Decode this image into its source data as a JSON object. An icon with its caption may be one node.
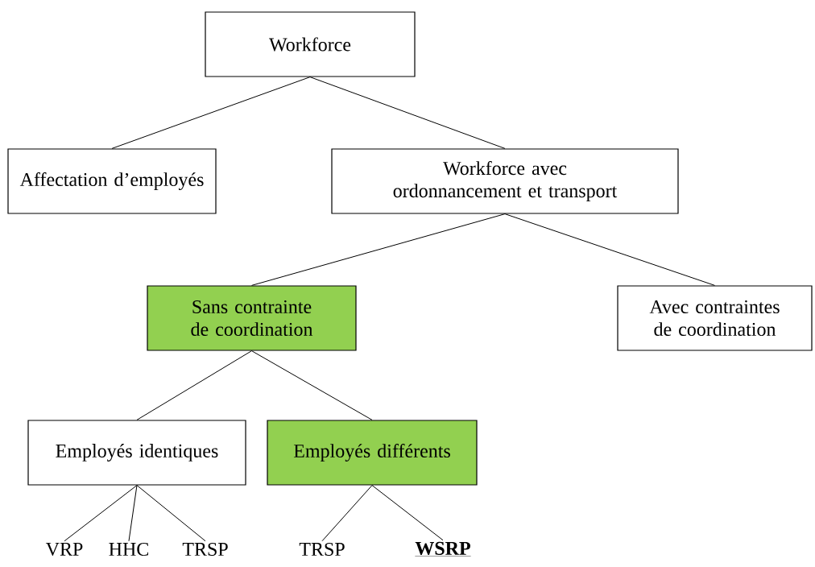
{
  "diagram": {
    "nodes": [
      {
        "text": [
          "Workforce"
        ]
      },
      {
        "text": [
          "Affectation d’employés"
        ]
      },
      {
        "text": [
          "Workforce avec ordonnancement et transport"
        ]
      },
      {
        "text": [
          "Sans contrainte de coordination"
        ]
      },
      {
        "text": [
          "Avec contraintes de coordination"
        ]
      },
      {
        "text": [
          "Employés identiques"
        ]
      },
      {
        "text": [
          "Employés différents"
        ]
      },
      {
        "text": [
          "VRP"
        ]
      },
      {
        "text": [
          "HHC"
        ]
      },
      {
        "text": [
          "TRSP"
        ]
      },
      {
        "text": [
          "TRSP"
        ]
      },
      {
        "text": [
          "WSRP"
        ]
      }
    ],
    "edges": [
      {
        "from": 0,
        "to": 1,
        "arrow": "none"
      },
      {
        "from": 0,
        "to": 2,
        "arrow": "none"
      },
      {
        "from": 2,
        "to": 3,
        "arrow": "none"
      },
      {
        "from": 2,
        "to": 4,
        "arrow": "none"
      },
      {
        "from": 3,
        "to": 5,
        "arrow": "none"
      },
      {
        "from": 3,
        "to": 6,
        "arrow": "none"
      },
      {
        "from": 5,
        "to": 7,
        "arrow": "none"
      },
      {
        "from": 5,
        "to": 8,
        "arrow": "none"
      },
      {
        "from": 5,
        "to": 9,
        "arrow": "none"
      },
      {
        "from": 6,
        "to": 10,
        "arrow": "none"
      },
      {
        "from": 6,
        "to": 11,
        "arrow": "none"
      }
    ]
  }
}
